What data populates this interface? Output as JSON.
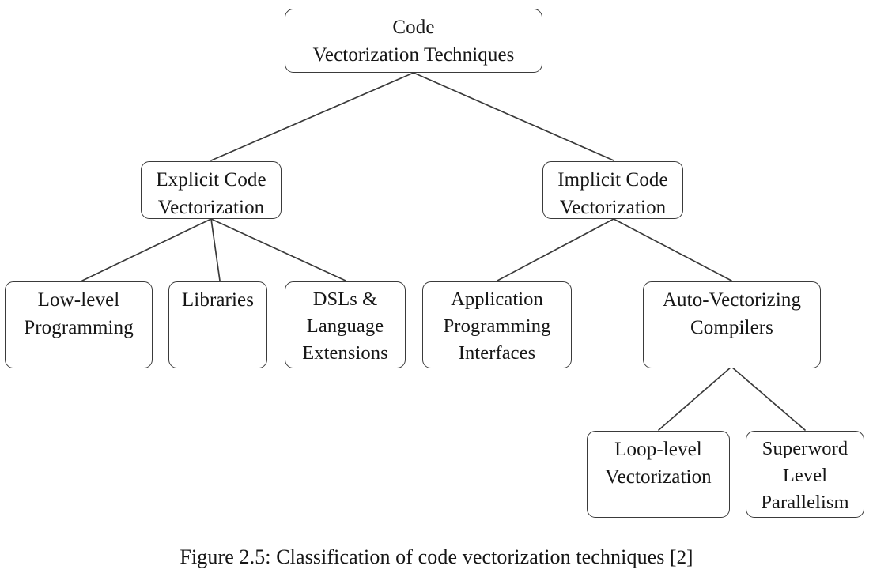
{
  "figure": {
    "caption_text": "Figure 2.5: Classification of code vectorization techniques",
    "caption_citation": "[2]"
  },
  "diagram": {
    "type": "tree",
    "stroke_color": "#3a3a3a",
    "text_color": "#161616",
    "background_color": "#ffffff",
    "nodes": {
      "root": {
        "id": "code-vectorization-techniques",
        "line1": "Code",
        "line2": "Vectorization Techniques",
        "level": 0
      },
      "explicit": {
        "id": "explicit-code-vectorization",
        "line1": "Explicit Code",
        "line2": "Vectorization",
        "level": 1
      },
      "implicit": {
        "id": "implicit-code-vectorization",
        "line1": "Implicit Code",
        "line2": "Vectorization",
        "level": 1
      },
      "low_level": {
        "id": "low-level-programming",
        "line1": "Low-level",
        "line2": "Programming",
        "level": 2
      },
      "libraries": {
        "id": "libraries",
        "line1": "Libraries",
        "level": 2
      },
      "dsls": {
        "id": "dsls-and-language-extensions",
        "line1": "DSLs &",
        "line2": "Language",
        "line3": "Extensions",
        "level": 2
      },
      "apis": {
        "id": "application-programming-interfaces",
        "line1": "Application",
        "line2": "Programming",
        "line3": "Interfaces",
        "level": 2
      },
      "auto_vectorizing": {
        "id": "auto-vectorizing-compilers",
        "line1": "Auto-Vectorizing",
        "line2": "Compilers",
        "level": 2
      },
      "loop_level": {
        "id": "loop-level-vectorization",
        "line1": "Loop-level",
        "line2": "Vectorization",
        "level": 3
      },
      "superword": {
        "id": "superword-level-parallelism",
        "line1": "Superword",
        "line2": "Level",
        "line3": "Parallelism",
        "level": 3
      }
    },
    "edges": [
      {
        "from": "code-vectorization-techniques",
        "to": "explicit-code-vectorization"
      },
      {
        "from": "code-vectorization-techniques",
        "to": "implicit-code-vectorization"
      },
      {
        "from": "explicit-code-vectorization",
        "to": "low-level-programming"
      },
      {
        "from": "explicit-code-vectorization",
        "to": "libraries"
      },
      {
        "from": "explicit-code-vectorization",
        "to": "dsls-and-language-extensions"
      },
      {
        "from": "implicit-code-vectorization",
        "to": "application-programming-interfaces"
      },
      {
        "from": "implicit-code-vectorization",
        "to": "auto-vectorizing-compilers"
      },
      {
        "from": "auto-vectorizing-compilers",
        "to": "loop-level-vectorization"
      },
      {
        "from": "auto-vectorizing-compilers",
        "to": "superword-level-parallelism"
      }
    ]
  }
}
